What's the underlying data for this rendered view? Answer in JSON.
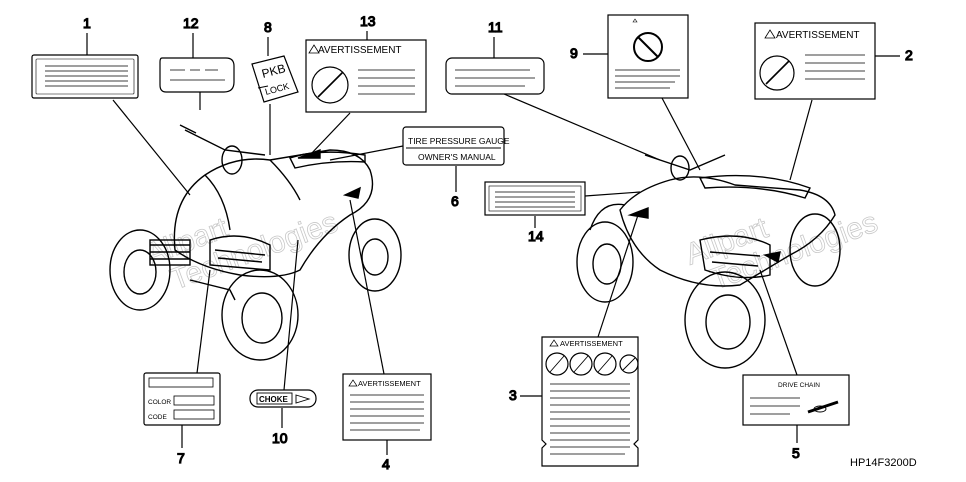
{
  "callouts": {
    "n1": "1",
    "n2": "2",
    "n3": "3",
    "n4": "4",
    "n5": "5",
    "n6": "6",
    "n7": "7",
    "n8": "8",
    "n9": "9",
    "n10": "10",
    "n11": "11",
    "n12": "12",
    "n13": "13",
    "n14": "14"
  },
  "labels": {
    "avertissement": "AVERTISSEMENT",
    "tire_pressure_gauge": "TIRE PRESSURE GAUGE",
    "owners_manual": "OWNER'S MANUAL",
    "pkb": "PKB",
    "lock": "LOCK",
    "color": "COLOR",
    "code": "CODE",
    "choke": "CHOKE",
    "drive_chain": "DRIVE CHAIN"
  },
  "diagram_code": "HP14F3200D",
  "watermark": {
    "line1": "Allpart",
    "line2": "Technologies"
  }
}
